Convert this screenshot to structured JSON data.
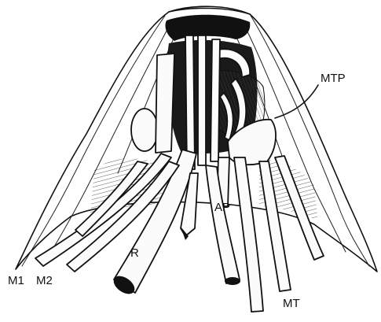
{
  "labels": {
    "mtp": "MTP",
    "ap": "AP",
    "r": "R",
    "m1": "M1",
    "m2": "M2",
    "mt": "MT"
  }
}
